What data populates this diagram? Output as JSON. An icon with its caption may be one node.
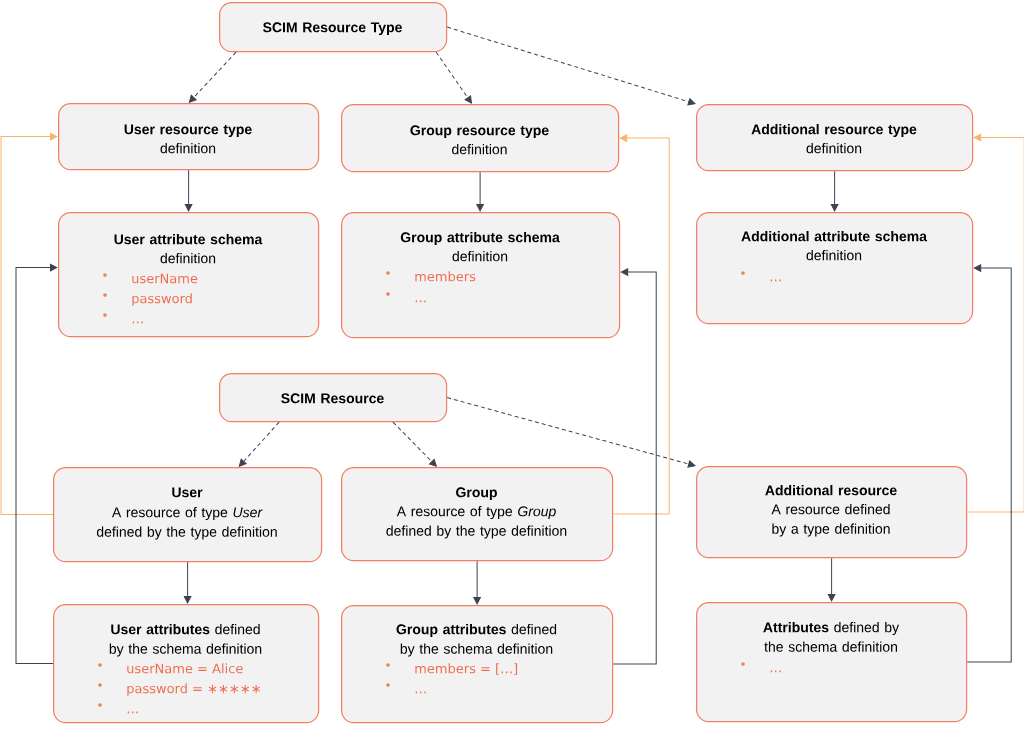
{
  "diagram": {
    "nodes": [
      {
        "text": [
          "SCIM Resource Type"
        ]
      },
      {
        "text": [
          "User resource type",
          "definition"
        ]
      },
      {
        "text": [
          "Group resource type",
          "definition"
        ]
      },
      {
        "text": [
          "Additional resource type",
          "definition"
        ]
      },
      {
        "text": [
          "User attribute schema",
          "definition",
          "userName",
          "password",
          "…"
        ]
      },
      {
        "text": [
          "Group attribute schema",
          "definition",
          "members",
          "…"
        ]
      },
      {
        "text": [
          "Additional attribute schema",
          "definition",
          "…"
        ]
      },
      {
        "text": [
          "SCIM Resource"
        ]
      },
      {
        "text": [
          "User",
          "A resource of type *User* defined by the type definition"
        ]
      },
      {
        "text": [
          "Group",
          "A resource of type *Group* defined by the type definition"
        ]
      },
      {
        "text": [
          "Additional resource",
          "A resource defined by a type definition"
        ]
      },
      {
        "text": [
          "**User attributes** defined by the schema definition",
          "userName = Alice",
          "password = ∗∗∗∗∗",
          "…"
        ]
      },
      {
        "text": [
          "**Group attributes** defined by the schema definition",
          "members = […]",
          "…"
        ]
      },
      {
        "text": [
          "**Attributes** defined by the schema definition",
          "…"
        ]
      }
    ],
    "edges": [
      {
        "from": 0,
        "to": 1,
        "arrow": "to",
        "style": "dashed"
      },
      {
        "from": 0,
        "to": 2,
        "arrow": "to",
        "style": "dashed"
      },
      {
        "from": 0,
        "to": 3,
        "arrow": "to",
        "style": "dashed"
      },
      {
        "from": 1,
        "to": 4,
        "arrow": "to"
      },
      {
        "from": 2,
        "to": 5,
        "arrow": "to"
      },
      {
        "from": 3,
        "to": 6,
        "arrow": "to"
      },
      {
        "from": 7,
        "to": 8,
        "arrow": "to",
        "style": "dashed"
      },
      {
        "from": 7,
        "to": 9,
        "arrow": "to",
        "style": "dashed"
      },
      {
        "from": 7,
        "to": 10,
        "arrow": "to",
        "style": "dashed"
      },
      {
        "from": 8,
        "to": 11,
        "arrow": "to"
      },
      {
        "from": 9,
        "to": 12,
        "arrow": "to"
      },
      {
        "from": 10,
        "to": 13,
        "arrow": "to"
      },
      {
        "from": 8,
        "to": 1,
        "arrow": "to",
        "color": "#f8b46c"
      },
      {
        "from": 9,
        "to": 2,
        "arrow": "to",
        "color": "#f8b46c"
      },
      {
        "from": 10,
        "to": 3,
        "arrow": "to",
        "color": "#f8b46c"
      },
      {
        "from": 11,
        "to": 4,
        "arrow": "to"
      },
      {
        "from": 12,
        "to": 5,
        "arrow": "to"
      },
      {
        "from": 13,
        "to": 6,
        "arrow": "to"
      }
    ]
  }
}
